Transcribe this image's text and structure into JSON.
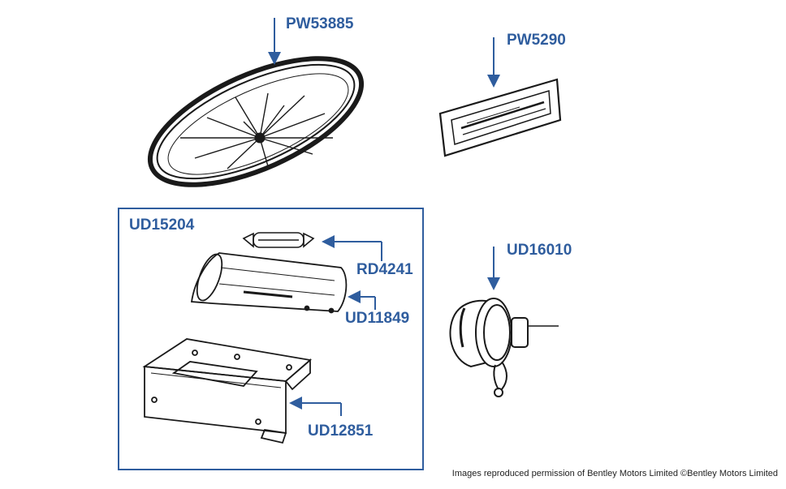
{
  "colors": {
    "accent": "#2f5d9e",
    "line_art": "#1a1a1a"
  },
  "parts": {
    "pw53885": "PW53885",
    "pw5290": "PW5290",
    "ud15204": "UD15204",
    "rd4241": "RD4241",
    "ud11849": "UD11849",
    "ud12851": "UD12851",
    "ud16010": "UD16010"
  },
  "credit": "Images reproduced permission of Bentley Motors Limited ©Bentley Motors Limited"
}
